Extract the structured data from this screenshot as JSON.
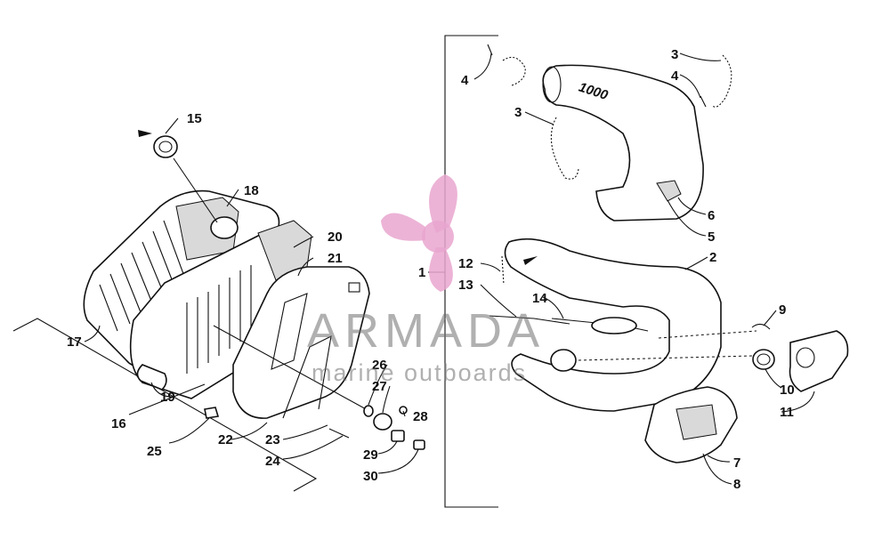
{
  "diagram": {
    "labels": {
      "l1": "1",
      "l2": "2",
      "l3a": "3",
      "l3b": "3",
      "l4a": "4",
      "l4b": "4",
      "l5": "5",
      "l6": "6",
      "l7": "7",
      "l8": "8",
      "l9": "9",
      "l10": "10",
      "l11": "11",
      "l12": "12",
      "l13": "13",
      "l14": "14",
      "l15": "15",
      "l16": "16",
      "l17": "17",
      "l18": "18",
      "l19": "19",
      "l20": "20",
      "l21": "21",
      "l22": "22",
      "l23": "23",
      "l24": "24",
      "l25": "25",
      "l26": "26",
      "l27": "27",
      "l28": "28",
      "l29": "29",
      "l30": "30"
    },
    "heat_shield_text": "1000"
  },
  "watermark": {
    "brand": "ARMADA",
    "tagline": "marine outboards",
    "color": "#e9a6cf"
  }
}
